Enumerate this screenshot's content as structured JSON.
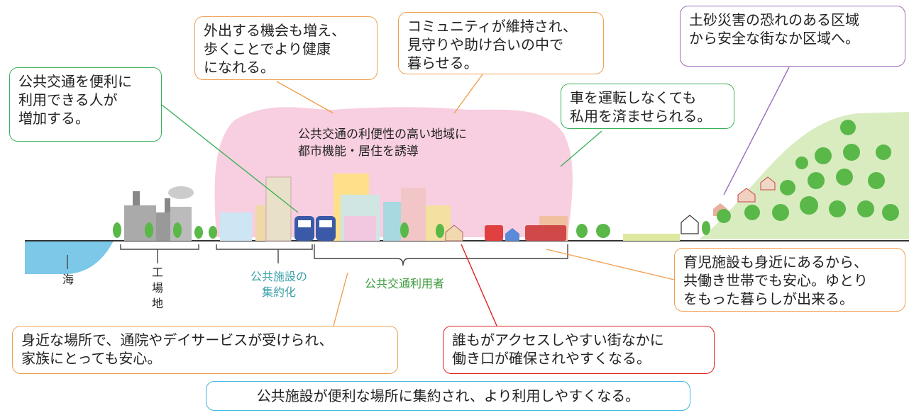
{
  "cloud_text": "公共交通の利便性の高い地域に\n都市機能・居住を誘導",
  "callouts": {
    "transit_users": "公共交通を便利に\n利用できる人が\n増加する。",
    "going_out": "外出する機会も増え、\n歩くことでより健康\nになれる。",
    "community": "コミュニティが維持され、\n見守りや助け合いの中で\n暮らせる。",
    "no_car": "車を運転しなくても\n私用を済ませられる。",
    "disaster": "土砂災害の恐れのある区域\nから安全な街なか区域へ。",
    "childcare": "育児施設も身近にあるから、\n共働き世帯でも安心。ゆとり\nをもった暮らしが出来る。",
    "hospital": "身近な場所で、通院やデイサービスが受けられ、\n家族にとっても安心。",
    "jobs": "誰もがアクセスしやすい街なかに\n働き口が確保されやすくなる。",
    "facilities": "公共施設が便利な場所に集約され、より利用しやすくなる。"
  },
  "labels": {
    "sea": "海",
    "factory": "工\n場\n地",
    "public_facilities": "公共施設の\n集約化",
    "transit_users": "公共交通利用者"
  },
  "colors": {
    "cloud": "#f8cfe0",
    "sea": "#7cc8e8",
    "hill": "#d8ecc0",
    "tree": "#5ab848",
    "callout_green": "#3cb15a",
    "callout_orange": "#f0a050",
    "callout_purple": "#9a6cc0",
    "callout_red": "#e02020",
    "callout_cyan": "#39b6e0"
  }
}
